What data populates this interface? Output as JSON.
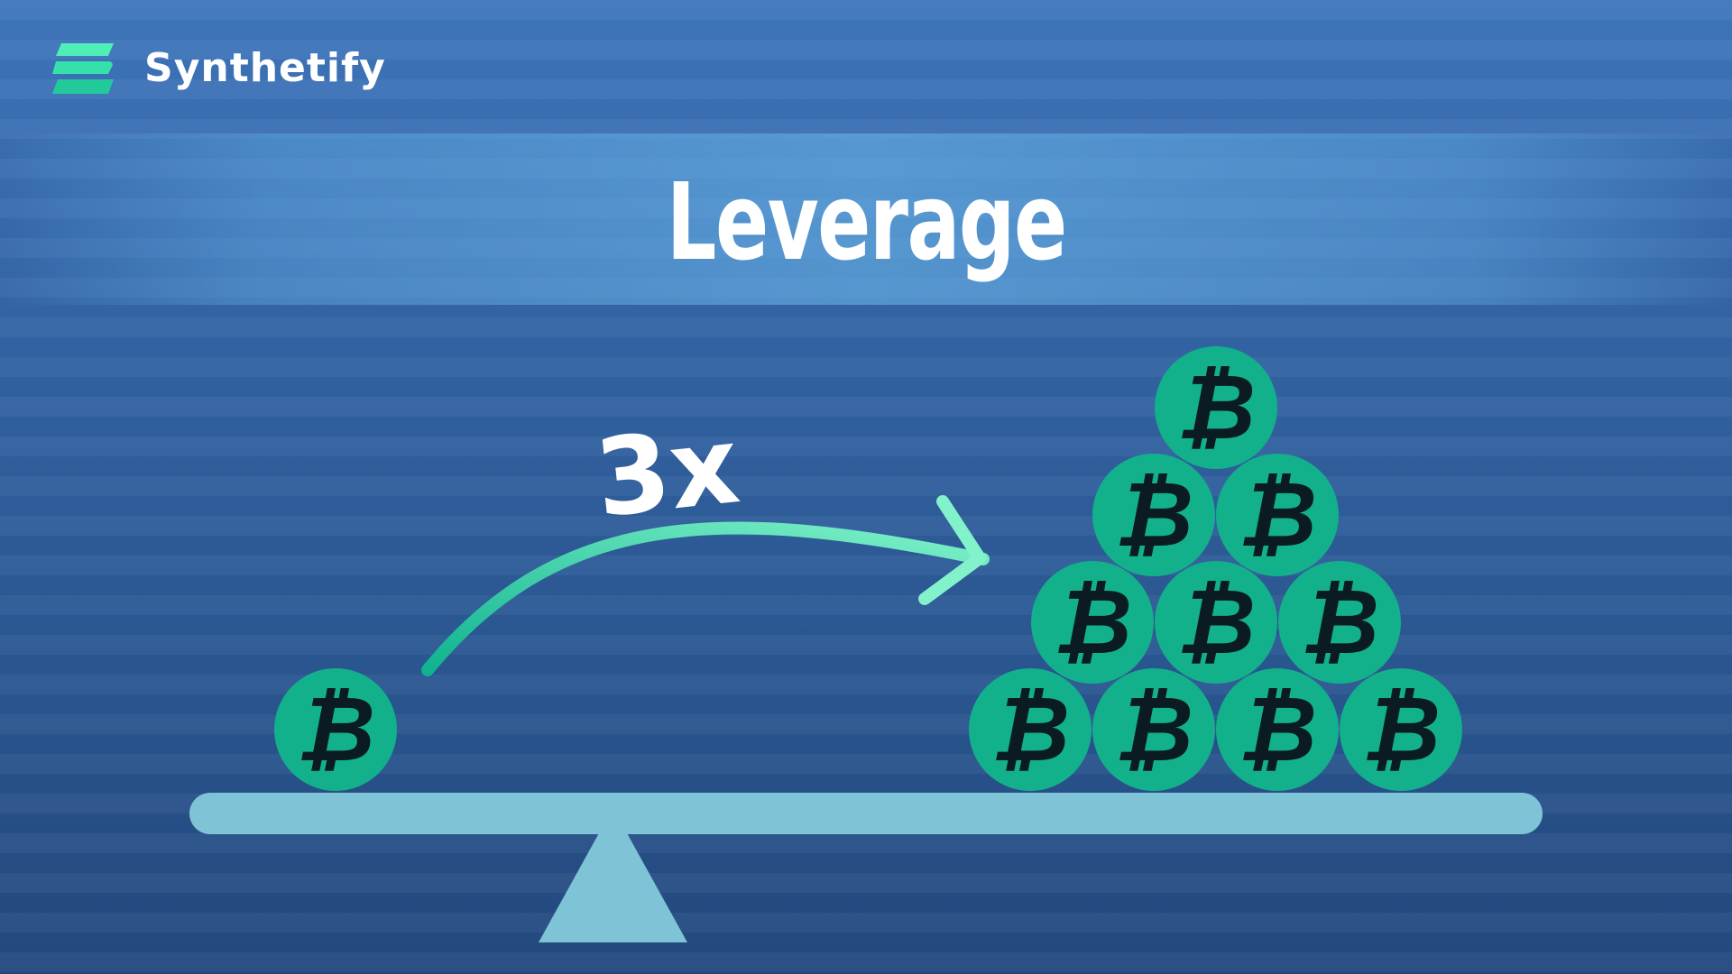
{
  "brand": {
    "name": "Synthetify"
  },
  "title": "Leverage",
  "multiplier": "3x",
  "coin_symbol": "₿",
  "colors": {
    "accent": "#4ef0b8",
    "coin": "#13b08c",
    "beam": "#7fc4d6",
    "text": "#ffffff",
    "coin_symbol": "#0a1b22"
  },
  "icons": {
    "logo": "synthetify-logo-icon",
    "coin": "bitcoin-coin-icon",
    "arrow": "curved-arrow-icon",
    "seesaw": "seesaw-icon"
  }
}
